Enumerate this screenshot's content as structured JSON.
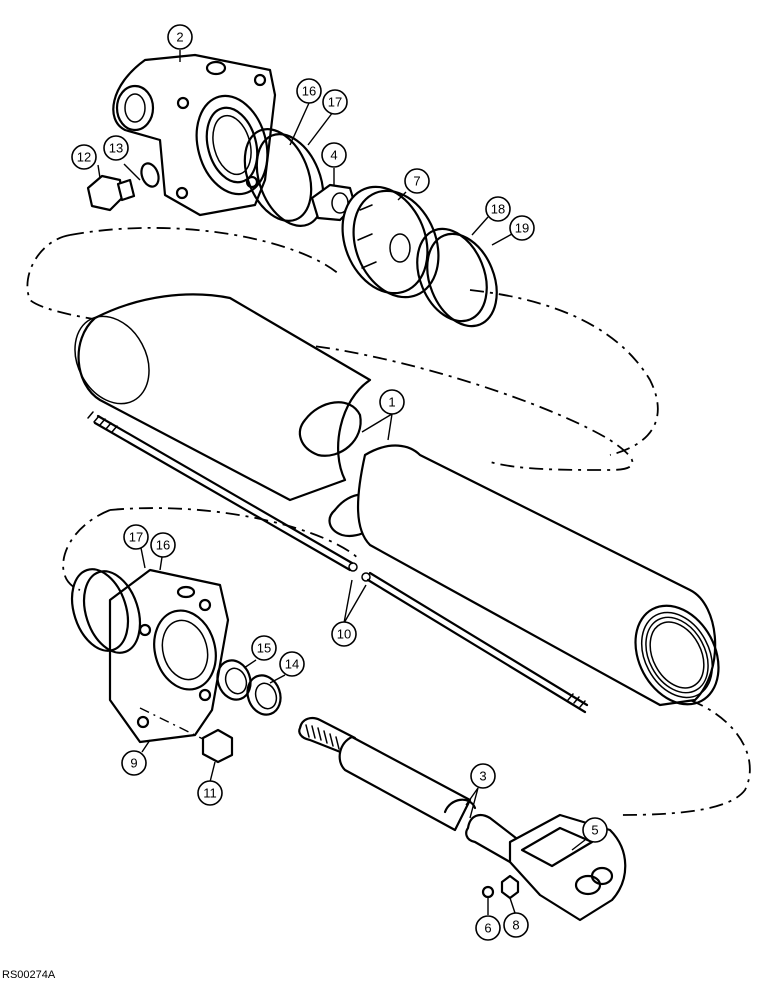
{
  "figure_code": "RS00274A",
  "callouts": [
    {
      "id": "c1",
      "label": "1"
    },
    {
      "id": "c2",
      "label": "2"
    },
    {
      "id": "c3",
      "label": "3"
    },
    {
      "id": "c4",
      "label": "4"
    },
    {
      "id": "c5",
      "label": "5"
    },
    {
      "id": "c6",
      "label": "6"
    },
    {
      "id": "c7",
      "label": "7"
    },
    {
      "id": "c8",
      "label": "8"
    },
    {
      "id": "c9",
      "label": "9"
    },
    {
      "id": "c10",
      "label": "10"
    },
    {
      "id": "c11",
      "label": "11"
    },
    {
      "id": "c12",
      "label": "12"
    },
    {
      "id": "c13",
      "label": "13"
    },
    {
      "id": "c14",
      "label": "14"
    },
    {
      "id": "c15",
      "label": "15"
    },
    {
      "id": "c16a",
      "label": "16"
    },
    {
      "id": "c16b",
      "label": "16"
    },
    {
      "id": "c17a",
      "label": "17"
    },
    {
      "id": "c17b",
      "label": "17"
    },
    {
      "id": "c18",
      "label": "18"
    },
    {
      "id": "c19",
      "label": "19"
    }
  ]
}
